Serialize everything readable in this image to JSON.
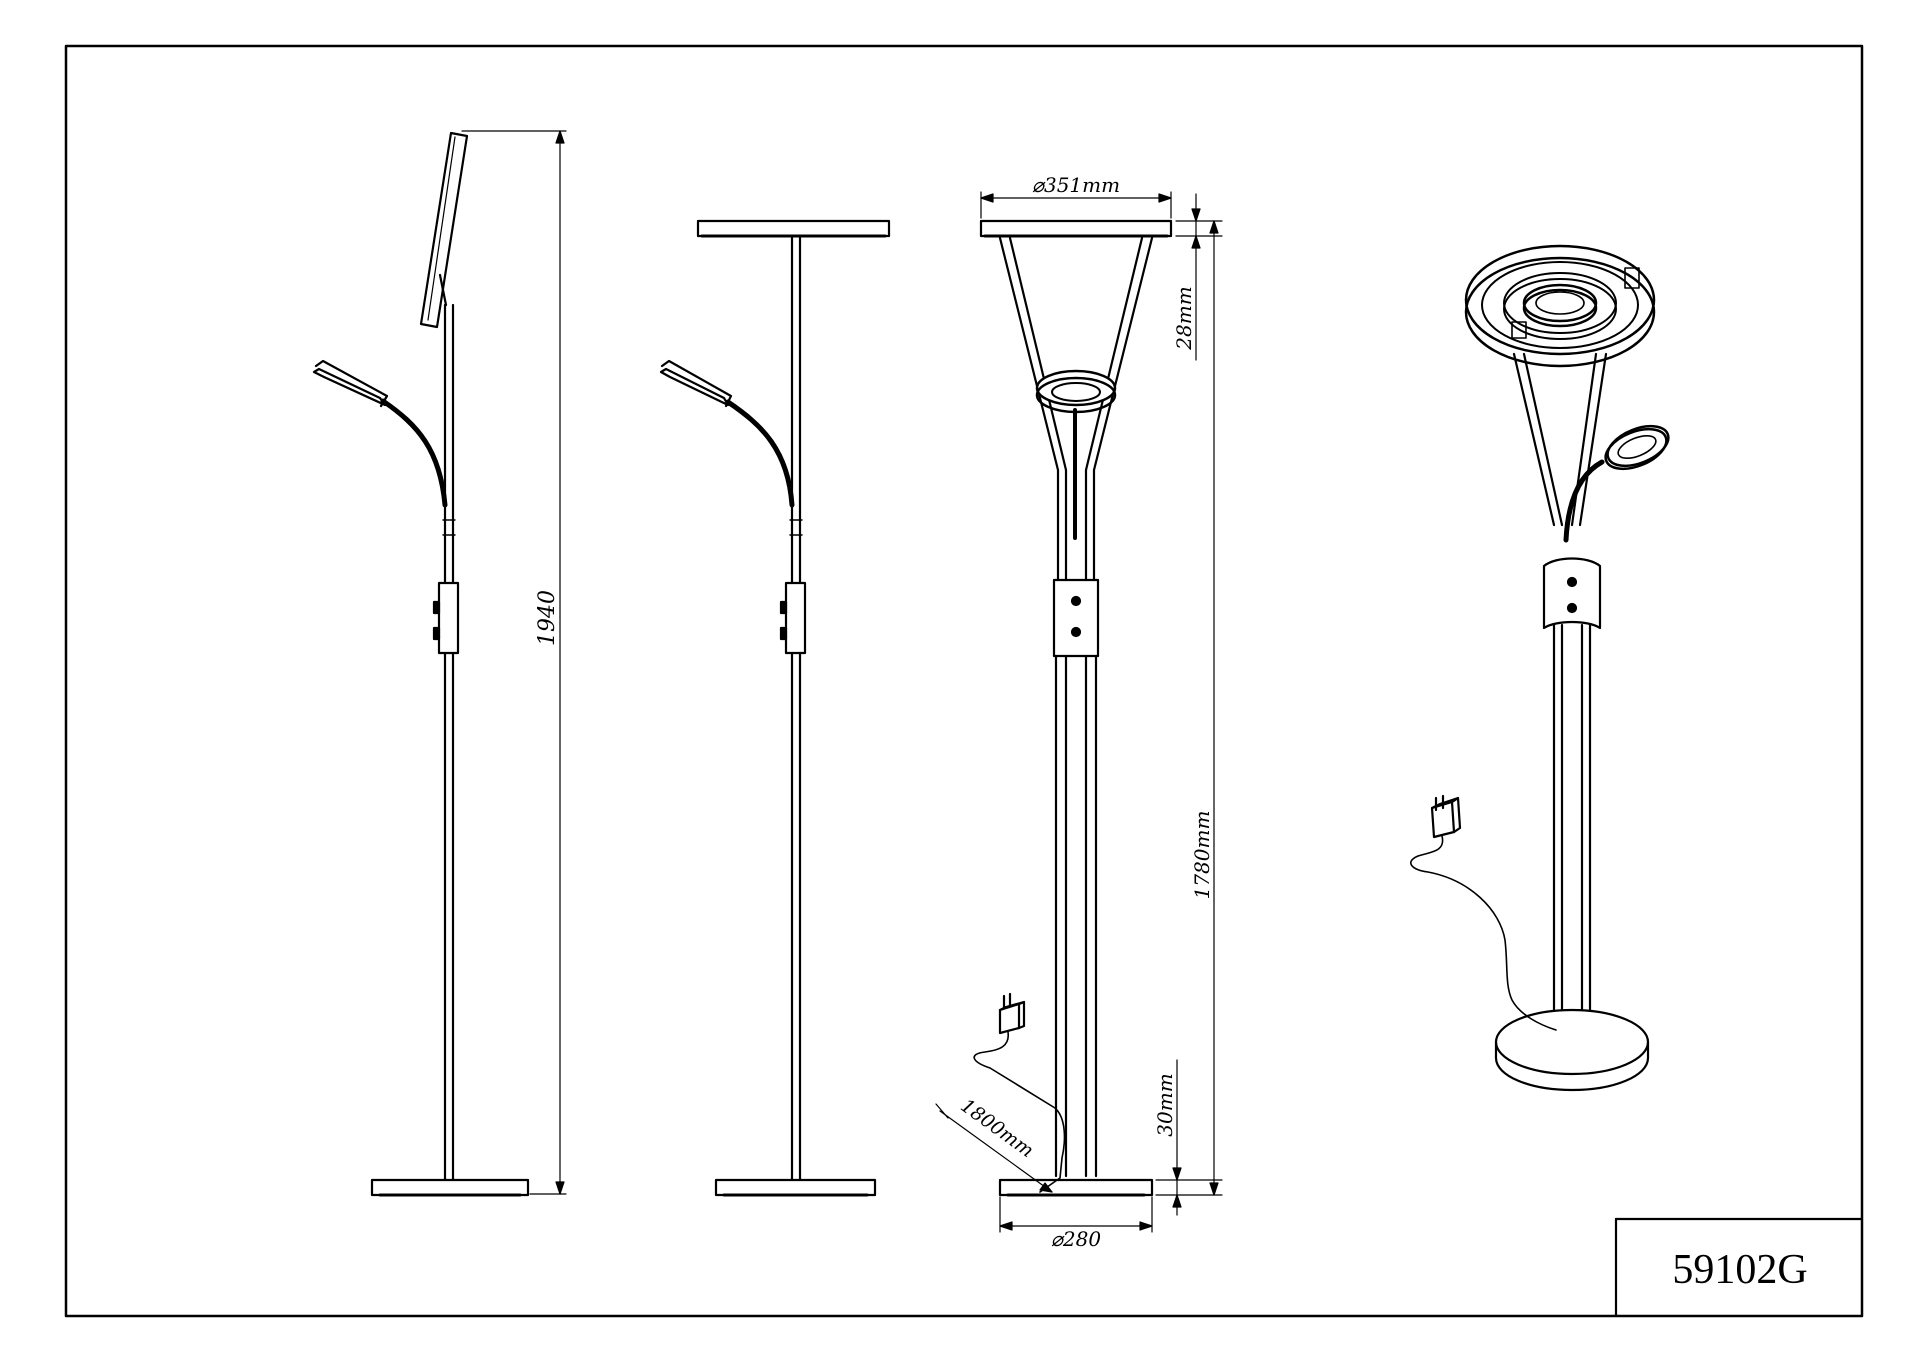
{
  "model_number": "59102G",
  "views": {
    "side_view": {
      "height_label": "1940"
    },
    "front_view": {},
    "dimension_view": {
      "head_diameter_label": "⌀351mm",
      "head_thickness_label": "28mm",
      "stem_height_label": "1780mm",
      "base_thickness_label": "30mm",
      "cable_length_label": "1800mm",
      "base_diameter_label": "⌀280"
    },
    "perspective_view": {}
  },
  "colors": {
    "line": "#000000",
    "background": "#ffffff"
  }
}
